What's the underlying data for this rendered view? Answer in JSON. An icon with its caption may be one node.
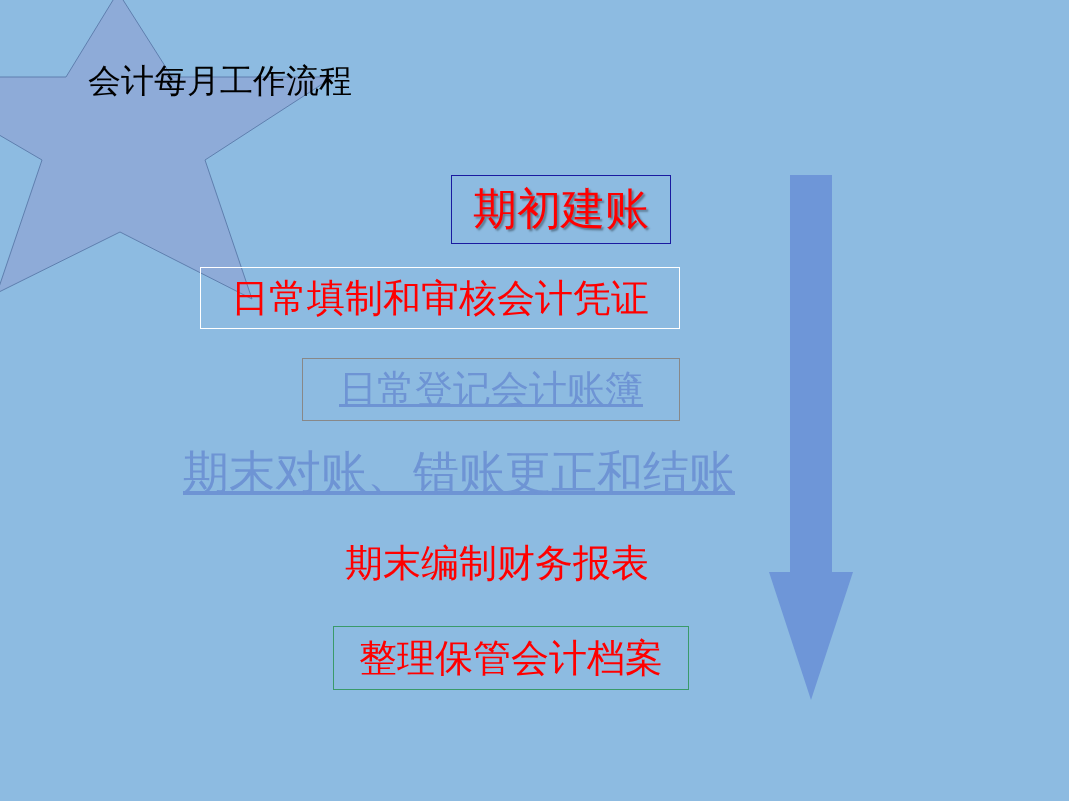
{
  "diagram": {
    "nodes": [
      {
        "text": [
          "会计每月工作流程"
        ]
      },
      {
        "text": [
          "期初建账"
        ]
      },
      {
        "text": [
          "日常填制和审核会计凭证"
        ]
      },
      {
        "text": [
          "日常登记会计账簿"
        ]
      },
      {
        "text": [
          "整理保管会计档案"
        ]
      }
    ],
    "edges": [],
    "labels": [
      "期末对账、错账更正和结账",
      "期末编制财务报表"
    ]
  }
}
